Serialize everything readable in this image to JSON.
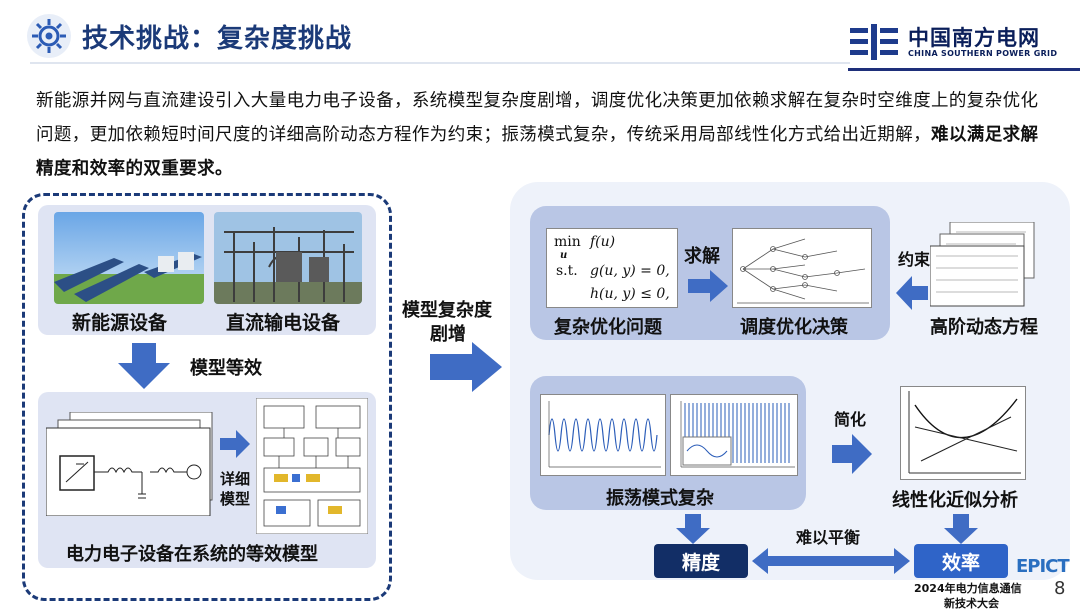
{
  "header": {
    "title": "技术挑战：复杂度挑战",
    "logo_cn": "中国南方电网",
    "logo_en": "CHINA SOUTHERN POWER GRID"
  },
  "intro": {
    "text": "新能源并网与直流建设引入大量电力电子设备，系统模型复杂度剧增，调度优化决策更加依赖求解在复杂时空维度上的复杂优化问题，更加依赖短时间尺度的详细高阶动态方程作为约束；振荡模式复杂，传统采用局部线性化方式给出近期解，",
    "emphasis": "难以满足求解精度和效率的双重要求。"
  },
  "left": {
    "photo1_label": "新能源设备",
    "photo2_label": "直流输电设备",
    "arrow_label": "模型等效",
    "side_label_1": "详细",
    "side_label_2": "模型",
    "bottom_label": "电力电子设备在系统的等效模型"
  },
  "middle": {
    "label_1": "模型复杂度",
    "label_2": "剧增"
  },
  "right": {
    "math_min": "min",
    "math_u": "u",
    "math_f": "f(u)",
    "math_st": "s.t.",
    "math_g": "g(u, y) = 0,",
    "math_h": "h(u, y) ≤ 0,",
    "solve_label": "求解",
    "constraint_label": "约束",
    "complex_opt_label": "复杂优化问题",
    "dispatch_label": "调度优化决策",
    "high_order_label": "高阶动态方程",
    "simplify_label": "简化",
    "oscillation_label": "振荡模式复杂",
    "linear_label": "线性化近似分析",
    "balance_label": "难以平衡",
    "precision_label": "精度",
    "efficiency_label": "效率"
  },
  "footer": {
    "conf_name_1": "2024年电力信息通信",
    "conf_name_2": "新技术大会",
    "epict": "EPICT",
    "page_number": "8"
  },
  "colors": {
    "navy": "#1b3a78",
    "arrow_blue": "#3f6cc4",
    "panel_blue": "#b9c6e5",
    "precision": "#122e66",
    "efficiency": "#2f64c8"
  }
}
